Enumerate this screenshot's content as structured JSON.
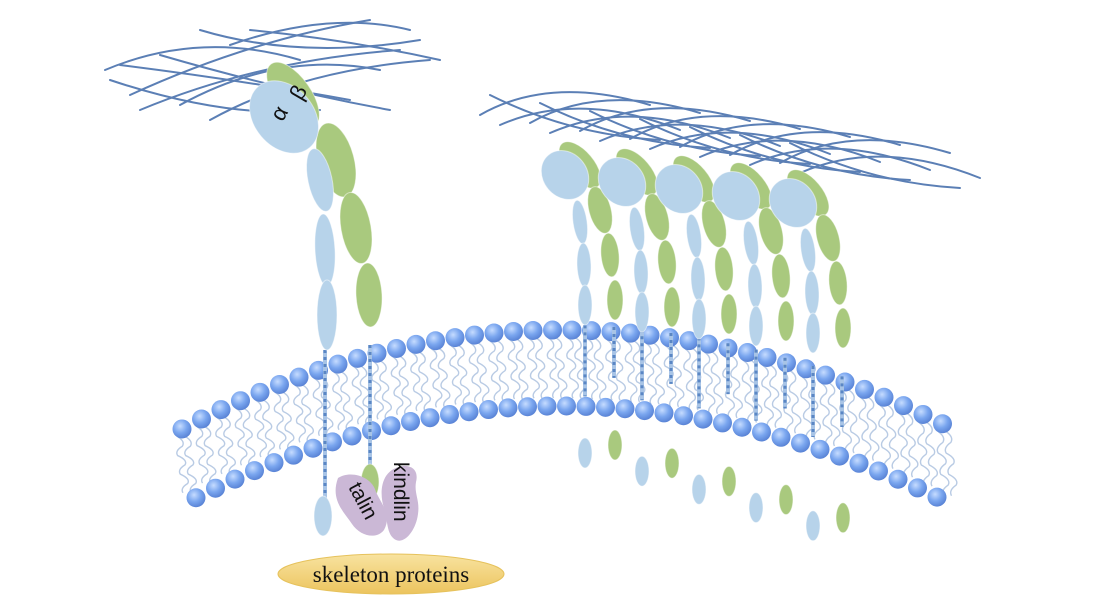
{
  "diagram": {
    "title": "",
    "colors": {
      "alpha_subunit": "#b7d3ea",
      "beta_subunit": "#a9c97e",
      "lipid_head": "#7aa6ef",
      "lipid_tail": "#b9cbe4",
      "ecm_fibers": "#5b7fb5",
      "adaptor_protein": "#cbb8d6",
      "skeleton_box": "#f3d27a",
      "tm_dashes": "#5a86c4"
    },
    "labels": {
      "alpha": "α",
      "beta": "β",
      "talin": "talin",
      "kindlin": "kindlin",
      "skeleton": "skeleton proteins"
    },
    "nodes": [
      {
        "id": "ecm-left",
        "type": "extracellular-matrix",
        "label": ""
      },
      {
        "id": "ecm-right",
        "type": "extracellular-matrix",
        "label": ""
      },
      {
        "id": "integrin-single",
        "type": "integrin-heterodimer",
        "subunits": [
          "α",
          "β"
        ],
        "state": "active, bound to talin and kindlin"
      },
      {
        "id": "integrin-cluster",
        "type": "integrin-cluster",
        "count": 5,
        "state": "clustered"
      },
      {
        "id": "membrane",
        "type": "lipid-bilayer",
        "label": ""
      },
      {
        "id": "talin",
        "type": "adaptor",
        "label": "talin"
      },
      {
        "id": "kindlin",
        "type": "adaptor",
        "label": "kindlin"
      },
      {
        "id": "skeleton",
        "type": "cytoskeleton",
        "label": "skeleton proteins"
      }
    ],
    "edges": [
      {
        "from": "integrin-single",
        "to": "ecm-left",
        "kind": "binds"
      },
      {
        "from": "integrin-cluster",
        "to": "ecm-right",
        "kind": "binds"
      },
      {
        "from": "integrin-single",
        "to": "talin",
        "kind": "binds"
      },
      {
        "from": "integrin-single",
        "to": "kindlin",
        "kind": "binds"
      },
      {
        "from": "talin",
        "to": "skeleton",
        "kind": "links"
      }
    ]
  }
}
